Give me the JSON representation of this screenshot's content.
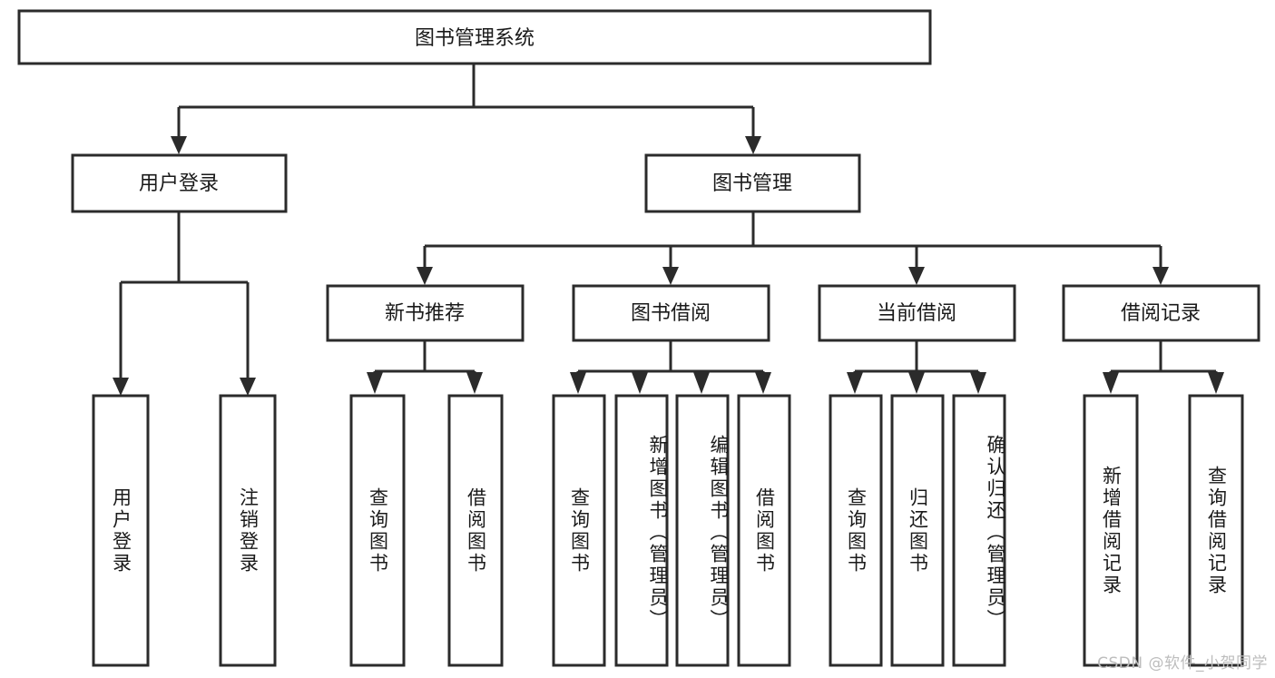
{
  "diagram": {
    "title": "图书管理系统",
    "type": "tree-hierarchy-chart",
    "root": {
      "id": "root",
      "label": "图书管理系统"
    },
    "level2": [
      {
        "id": "user-login",
        "label": "用户登录"
      },
      {
        "id": "book-manage",
        "label": "图书管理"
      }
    ],
    "level3": [
      {
        "id": "new-book-recommend",
        "label": "新书推荐"
      },
      {
        "id": "book-borrow",
        "label": "图书借阅"
      },
      {
        "id": "current-borrow",
        "label": "当前借阅"
      },
      {
        "id": "borrow-record",
        "label": "借阅记录"
      }
    ],
    "leaves": [
      {
        "id": "leaf-user-login",
        "label": "用户登录",
        "parent": "user-login"
      },
      {
        "id": "leaf-user-logout",
        "label": "注销登录",
        "parent": "user-login"
      },
      {
        "id": "leaf-query-book-1",
        "label": "查询图书",
        "parent": "new-book-recommend"
      },
      {
        "id": "leaf-borrow-book-1",
        "label": "借阅图书",
        "parent": "new-book-recommend"
      },
      {
        "id": "leaf-query-book-2",
        "label": "查询图书",
        "parent": "book-borrow"
      },
      {
        "id": "leaf-add-book",
        "label": "新增图书（管理员）",
        "parent": "book-borrow"
      },
      {
        "id": "leaf-edit-book",
        "label": "编辑图书（管理员）",
        "parent": "book-borrow"
      },
      {
        "id": "leaf-borrow-book-2",
        "label": "借阅图书",
        "parent": "book-borrow"
      },
      {
        "id": "leaf-query-book-3",
        "label": "查询图书",
        "parent": "current-borrow"
      },
      {
        "id": "leaf-return-book",
        "label": "归还图书",
        "parent": "current-borrow"
      },
      {
        "id": "leaf-confirm-return",
        "label": "确认归还（管理员）",
        "parent": "current-borrow"
      },
      {
        "id": "leaf-add-record",
        "label": "新增借阅记录",
        "parent": "borrow-record"
      },
      {
        "id": "leaf-query-record",
        "label": "查询借阅记录",
        "parent": "borrow-record"
      }
    ],
    "colors": {
      "box_stroke": "#2b2b2b",
      "box_fill": "#ffffff",
      "text": "#1a1a1a",
      "connector": "#2b2b2b",
      "background": "#ffffff",
      "watermark": "#bdbdbd"
    }
  },
  "watermark": {
    "text": "CSDN @软件_小贺同学"
  }
}
